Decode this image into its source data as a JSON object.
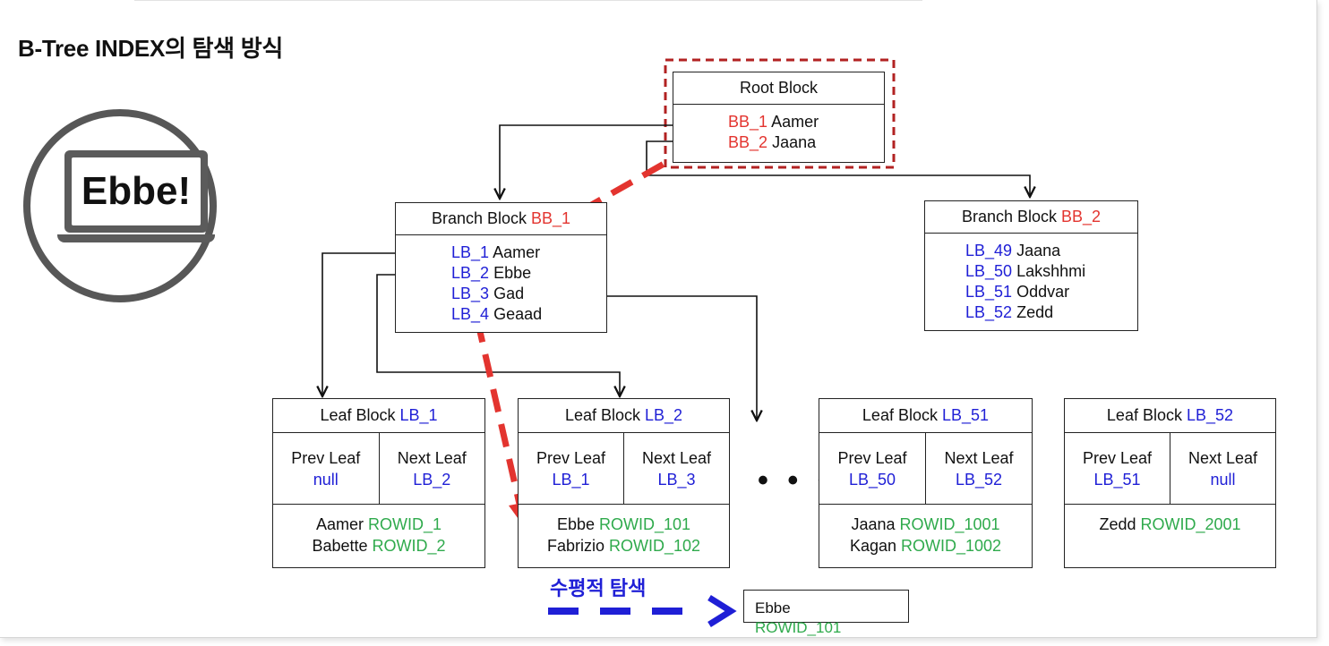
{
  "title": "B-Tree INDEX의 탐색 방식",
  "search_key": "Ebbe!",
  "colors": {
    "block_ref": "#e3342f",
    "leaf_ref": "#1f1fd6",
    "rowid": "#2faa4c",
    "search_path": "#e3342f",
    "horizontal_scan": "#1f1fd6"
  },
  "root": {
    "title": "Root Block",
    "entries": [
      {
        "ref": "BB_1",
        "key": "Aamer"
      },
      {
        "ref": "BB_2",
        "key": "Jaana"
      }
    ]
  },
  "branches": [
    {
      "label": "Branch Block",
      "id": "BB_1",
      "entries": [
        {
          "ref": "LB_1",
          "key": "Aamer"
        },
        {
          "ref": "LB_2",
          "key": "Ebbe"
        },
        {
          "ref": "LB_3",
          "key": "Gad"
        },
        {
          "ref": "LB_4",
          "key": "Geaad"
        }
      ]
    },
    {
      "label": "Branch Block",
      "id": "BB_2",
      "entries": [
        {
          "ref": "LB_49",
          "key": "Jaana"
        },
        {
          "ref": "LB_50",
          "key": "Lakshhmi"
        },
        {
          "ref": "LB_51",
          "key": "Oddvar"
        },
        {
          "ref": "LB_52",
          "key": "Zedd"
        }
      ]
    }
  ],
  "leaves": [
    {
      "label": "Leaf Block",
      "id": "LB_1",
      "prev_label": "Prev Leaf",
      "prev": "null",
      "next_label": "Next Leaf",
      "next": "LB_2",
      "entries": [
        {
          "key": "Aamer",
          "rowid": "ROWID_1"
        },
        {
          "key": "Babette",
          "rowid": "ROWID_2"
        }
      ]
    },
    {
      "label": "Leaf Block",
      "id": "LB_2",
      "prev_label": "Prev Leaf",
      "prev": "LB_1",
      "next_label": "Next Leaf",
      "next": "LB_3",
      "entries": [
        {
          "key": "Ebbe",
          "rowid": "ROWID_101"
        },
        {
          "key": "Fabrizio",
          "rowid": "ROWID_102"
        }
      ]
    },
    {
      "label": "Leaf Block",
      "id": "LB_51",
      "prev_label": "Prev Leaf",
      "prev": "LB_50",
      "next_label": "Next Leaf",
      "next": "LB_52",
      "entries": [
        {
          "key": "Jaana",
          "rowid": "ROWID_1001"
        },
        {
          "key": "Kagan",
          "rowid": "ROWID_1002"
        }
      ]
    },
    {
      "label": "Leaf Block",
      "id": "LB_52",
      "prev_label": "Prev Leaf",
      "prev": "LB_51",
      "next_label": "Next Leaf",
      "next": "null",
      "entries": [
        {
          "key": "Zedd",
          "rowid": "ROWID_2001"
        }
      ]
    }
  ],
  "ellipsis": "• • •",
  "horizontal_scan": {
    "label": "수평적 탐색"
  },
  "result": {
    "key": "Ebbe",
    "rowid": "ROWID_101"
  }
}
